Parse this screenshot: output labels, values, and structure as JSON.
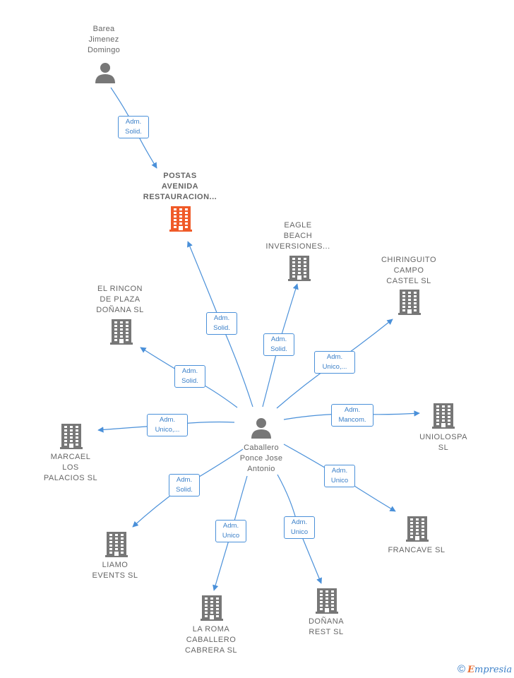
{
  "colors": {
    "edge": "#4a90d9",
    "icon_default": "#777777",
    "icon_highlight": "#f05a28",
    "label_text": "#666666"
  },
  "center": {
    "id": "caballero",
    "type": "person",
    "label": "Caballero\nPonce Jose\nAntonio"
  },
  "nodes": [
    {
      "id": "barea",
      "type": "person",
      "label": "Barea\nJimenez\nDomingo"
    },
    {
      "id": "postas",
      "type": "company",
      "highlight": true,
      "label": "POSTAS\nAVENIDA\nRESTAURACION..."
    },
    {
      "id": "eagle",
      "type": "company",
      "label": "EAGLE\nBEACH\nINVERSIONES..."
    },
    {
      "id": "chiringuito",
      "type": "company",
      "label": "CHIRINGUITO\nCAMPO\nCASTEL  SL"
    },
    {
      "id": "rincon",
      "type": "company",
      "label": "EL RINCON\nDE PLAZA\nDOÑANA  SL"
    },
    {
      "id": "uniolospa",
      "type": "company",
      "label": "UNIOLOSPA\nSL"
    },
    {
      "id": "marcael",
      "type": "company",
      "label": "MARCAEL\nLOS\nPALACIOS  SL"
    },
    {
      "id": "francave",
      "type": "company",
      "label": "FRANCAVE  SL"
    },
    {
      "id": "liamo",
      "type": "company",
      "label": "LIAMO\nEVENTS  SL"
    },
    {
      "id": "donana_rest",
      "type": "company",
      "label": "DOÑANA\nREST  SL"
    },
    {
      "id": "laroma",
      "type": "company",
      "label": "LA ROMA\nCABALLERO\nCABRERA  SL"
    }
  ],
  "edges": [
    {
      "from": "barea",
      "to": "postas",
      "label": "Adm.\nSolid."
    },
    {
      "from": "caballero",
      "to": "postas",
      "label": "Adm.\nSolid."
    },
    {
      "from": "caballero",
      "to": "eagle",
      "label": "Adm.\nSolid."
    },
    {
      "from": "caballero",
      "to": "chiringuito",
      "label": "Adm.\nUnico,..."
    },
    {
      "from": "caballero",
      "to": "rincon",
      "label": "Adm.\nSolid."
    },
    {
      "from": "caballero",
      "to": "uniolospa",
      "label": "Adm.\nMancom."
    },
    {
      "from": "caballero",
      "to": "marcael",
      "label": "Adm.\nUnico,..."
    },
    {
      "from": "caballero",
      "to": "francave",
      "label": "Adm.\nUnico"
    },
    {
      "from": "caballero",
      "to": "liamo",
      "label": "Adm.\nSolid."
    },
    {
      "from": "caballero",
      "to": "donana_rest",
      "label": "Adm.\nUnico"
    },
    {
      "from": "caballero",
      "to": "laroma",
      "label": "Adm.\nUnico"
    }
  ],
  "brand": {
    "symbol": "©",
    "initial": "E",
    "rest": "mpresia"
  }
}
